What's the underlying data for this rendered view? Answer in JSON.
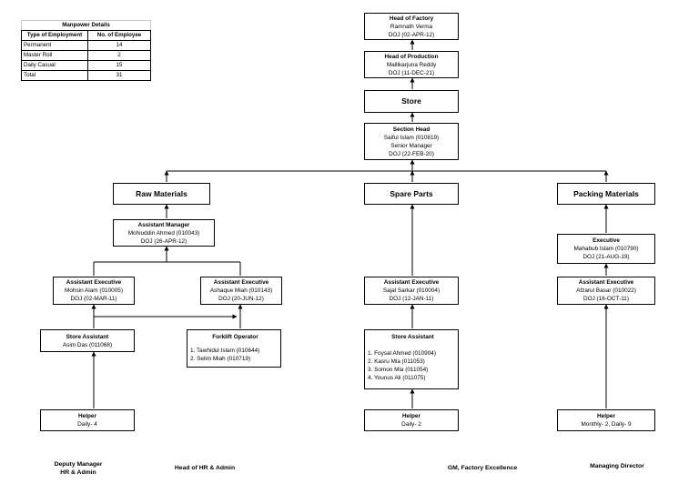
{
  "manpower": {
    "title": "Manpower Details",
    "headers": [
      "Type of Employment",
      "No. of Employee"
    ],
    "rows": [
      [
        "Permanent",
        "14"
      ],
      [
        "Master Roll",
        "2"
      ],
      [
        "Daily Casual",
        "15"
      ],
      [
        "Total",
        "31"
      ]
    ]
  },
  "chart": {
    "head_factory": {
      "title": "Head of Factory",
      "lines": [
        "Ramnath Verma",
        "DOJ (02-APR-12)"
      ]
    },
    "head_production": {
      "title": "Head of Production",
      "lines": [
        "Mallikarjuna Reddy",
        "DOJ (11-DEC-21)"
      ]
    },
    "store": {
      "title": "Store"
    },
    "section_head": {
      "title": "Section Head",
      "lines": [
        "Saiful Islam (010819)",
        "Senior Manager",
        "DOJ (22-FEB-20)"
      ]
    },
    "raw_materials": {
      "title": "Raw Materials"
    },
    "spare_parts": {
      "title": "Spare Parts"
    },
    "packing_materials": {
      "title": "Packing Materials"
    },
    "rm_asst_manager": {
      "title": "Assistant Manager",
      "lines": [
        "Mohiuddin Ahmed (010043)",
        "DOJ (26-APR-12)"
      ]
    },
    "rm_asst_exec_1": {
      "title": "Assistant Executive",
      "lines": [
        "Mohsin Alam (010005)",
        "DOJ (02-MAR-11)"
      ]
    },
    "rm_asst_exec_2": {
      "title": "Assistant Executive",
      "lines": [
        "Ashaque Miah (010143)",
        "DOJ (20-JUN-12)"
      ]
    },
    "rm_store_asst": {
      "title": "Store Assistant",
      "lines": [
        "Asim Das (011068)"
      ]
    },
    "forklift": {
      "title": "Forklift Operator",
      "lines": [
        "1. Tawhidul Islam (010644)",
        "2. Selim Miah (010719)"
      ]
    },
    "rm_helper": {
      "title": "Helper",
      "lines": [
        "Daily- 4"
      ]
    },
    "sp_asst_exec": {
      "title": "Assistant Executive",
      "lines": [
        "Sajal Sarkar (010004)",
        "DOJ (12-JAN-11)"
      ]
    },
    "sp_store_asst": {
      "title": "Store Assistant",
      "lines": [
        "1. Foysal Ahmed (010904)",
        "2. Kasru Mia (011053)",
        "3. Somon Mia (011054)",
        "4. Younus Ali (011075)"
      ]
    },
    "sp_helper": {
      "title": "Helper",
      "lines": [
        "Daily- 2"
      ]
    },
    "pm_exec": {
      "title": "Executive",
      "lines": [
        "Mahabub Islam (010790)",
        "DOJ (21-AUG-19)"
      ]
    },
    "pm_asst_exec": {
      "title": "Assistant Executive",
      "lines": [
        "Afzarul Basar (010022)",
        "DOJ (16-OCT-11)"
      ]
    },
    "pm_helper": {
      "title": "Helper",
      "lines": [
        "Monthly- 2, Daily- 9"
      ]
    }
  },
  "signatures": {
    "deputy": [
      "Deputy Manager",
      "HR & Admin"
    ],
    "head_hr": "Head of HR & Admin",
    "gm": "GM, Factory Excellence",
    "md": "Managing Director"
  }
}
